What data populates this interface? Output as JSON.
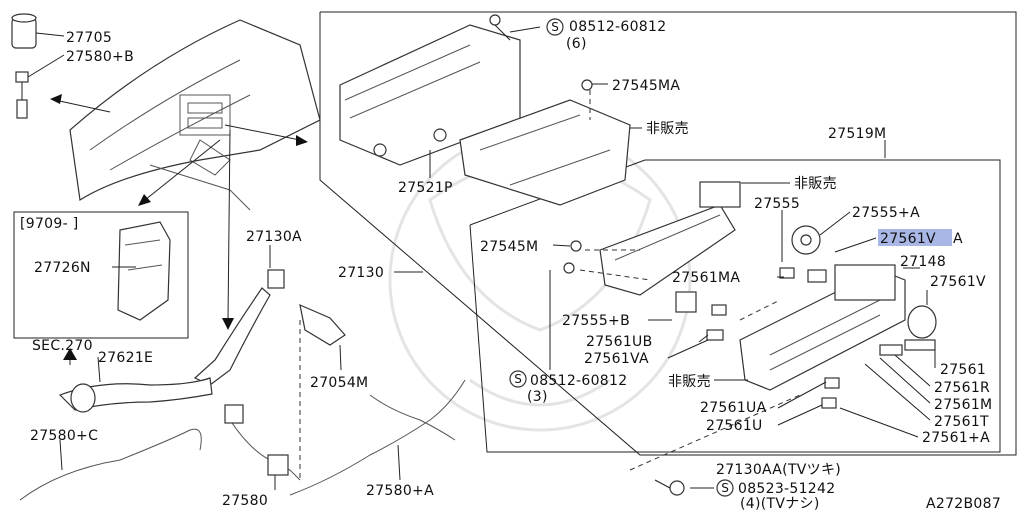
{
  "labels": {
    "p27705": "27705",
    "p27580b": "27580+B",
    "p9709": "[9709-    ]",
    "p27726n": "27726N",
    "sec270": "SEC.270",
    "p27621e": "27621E",
    "p27580c": "27580+C",
    "p27130a": "27130A",
    "p27130": "27130",
    "p27054m": "27054M",
    "p27580": "27580",
    "p27580a": "27580+A",
    "p08512_top": "08512-60812",
    "p08512_top_qty": "(6)",
    "p27545ma": "27545MA",
    "hihanbai1": "非販売",
    "p27521p": "27521P",
    "p27519m": "27519M",
    "hihanbai2": "非販売",
    "p27555": "27555",
    "p27555a": "27555+A",
    "p27545m": "27545M",
    "p27561va_hl_a": "27561V",
    "p27561va_hl_b": "A",
    "p27148": "27148",
    "p27561ma": "27561MA",
    "p27561v": "27561V",
    "p27555b": "27555+B",
    "p27561ub": "27561UB",
    "p27561va": "27561VA",
    "p08512_mid": "08512-60812",
    "p08512_mid_qty": "(3)",
    "hihanbai3": "非販売",
    "p27561": "27561",
    "p27561r": "27561R",
    "p27561m": "27561M",
    "p27561ua": "27561UA",
    "p27561t": "27561T",
    "p27561u": "27561U",
    "p27561a": "27561+A",
    "p27130aa": "27130AA(TVツキ)",
    "p08523": "08523-51242",
    "p08523_qty": "(4)(TVナシ)",
    "ref": "A272B087",
    "s_mark": "S"
  },
  "colors": {
    "highlight": "#a9b7e6",
    "line": "#222222"
  }
}
